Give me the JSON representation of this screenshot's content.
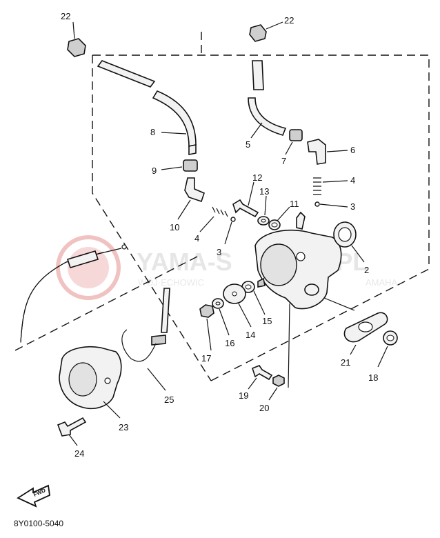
{
  "watermark": {
    "brand": "YAMA-S",
    "brand_suffix": "P.PL",
    "tagline_left": "WÓJ·ECHOWIC",
    "tagline_right": "AMAHA"
  },
  "callouts": {
    "c22a": "22",
    "c22b": "22",
    "c8": "8",
    "c9": "9",
    "c10": "10",
    "c5": "5",
    "c7": "7",
    "c6": "6",
    "c12": "12",
    "c13": "13",
    "c11": "11",
    "c4a": "4",
    "c4b": "4",
    "c3a": "3",
    "c3b": "3",
    "c2": "2",
    "c15": "15",
    "c14": "14",
    "c16": "16",
    "c17": "17",
    "c21": "21",
    "c18": "18",
    "c19": "19",
    "c20": "20",
    "c25": "25",
    "c23": "23",
    "c24": "24"
  },
  "fwd_label": "FWD",
  "diagram_code": "8Y0100-5040",
  "colors": {
    "ink": "#111111",
    "watermark": "#e8b4b4"
  }
}
